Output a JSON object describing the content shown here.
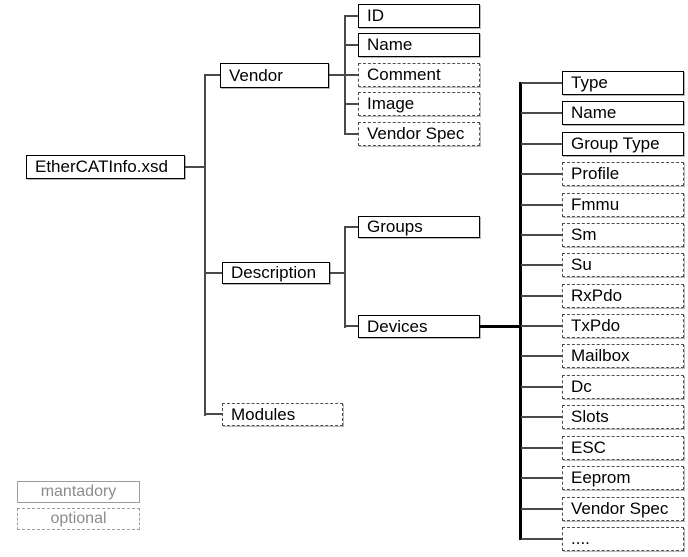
{
  "diagram": {
    "root_label": "EtherCATInfo.xsd",
    "vendor": {
      "label": "Vendor",
      "children": [
        "ID",
        "Name",
        "Comment",
        "Image",
        "Vendor Spec"
      ]
    },
    "description": {
      "label": "Description",
      "groups_label": "Groups",
      "devices_label": "Devices"
    },
    "modules_label": "Modules",
    "devices_children": [
      "Type",
      "Name",
      "Group Type",
      "Profile",
      "Fmmu",
      "Sm",
      "Su",
      "RxPdo",
      "TxPdo",
      "Mailbox",
      "Dc",
      "Slots",
      "ESC",
      "Eeprom",
      "Vendor Spec",
      "...."
    ],
    "devices_children_optional": [
      false,
      false,
      false,
      true,
      true,
      true,
      true,
      true,
      true,
      true,
      true,
      true,
      true,
      true,
      true,
      true
    ]
  },
  "legend": {
    "mandatory_label": "mantadory",
    "optional_label": "optional"
  },
  "colors": {
    "mandatory_border": "#000000",
    "optional_border": "#4f4f4f",
    "connector_line": "#4a4a4a",
    "devices_spine": "#000000",
    "legend_gray": "#8c8c8c"
  }
}
